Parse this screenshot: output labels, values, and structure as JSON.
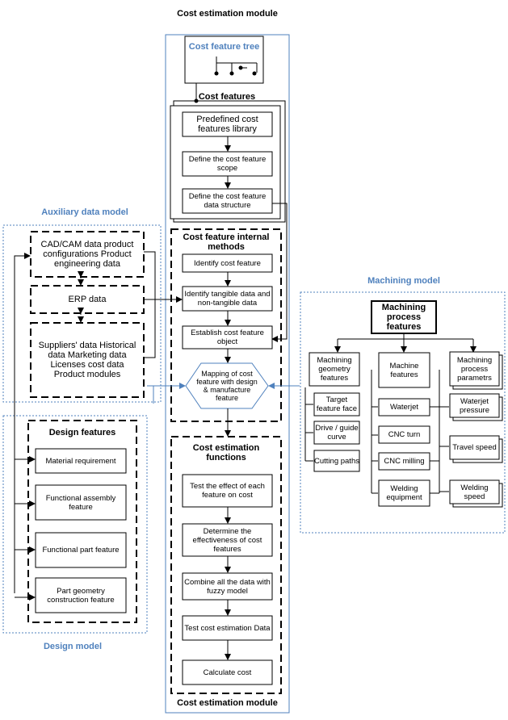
{
  "titles": {
    "top": "Cost estimation module",
    "bottom": "Cost estimation module",
    "cost_feature_tree": "Cost feature tree",
    "auxiliary_model": "Auxiliary data model",
    "design_model": "Design model",
    "machining_model": "Machining model"
  },
  "cost_features": {
    "heading": "Cost features",
    "library": "Predefined cost features library",
    "scope": "Define the cost feature scope",
    "structure": "Define the cost feature data structure"
  },
  "internal_methods": {
    "heading": "Cost feature internal methods",
    "identify": "Identify cost feature",
    "tangible": "Identify tangible data and non-tangible data",
    "establish": "Establish cost feature object",
    "mapping": "Mapping of cost feature with design & manufacture feature"
  },
  "estimation_functions": {
    "heading": "Cost estimation functions",
    "test_effect": "Test the effect of each feature on cost",
    "effectiveness": "Determine the effectiveness of cost features",
    "combine": "Combine all the data with fuzzy model",
    "test_estimation": "Test cost estimation Data",
    "calculate": "Calculate cost"
  },
  "auxiliary": {
    "cad": "CAD/CAM data product configurations Product engineering data",
    "erp": "ERP data",
    "suppliers": "Suppliers' data Historical data Marketing data Licenses cost data Product modules"
  },
  "design": {
    "heading": "Design features",
    "material": "Material requirement",
    "functional_assembly": "Functional assembly feature",
    "functional_part": "Functional part feature",
    "part_geometry": "Part geometry construction feature"
  },
  "machining": {
    "heading": "Machining process features",
    "geometry": "Machining geometry features",
    "target_face": "Target feature face",
    "drive_curve": "Drive / guide curve",
    "cutting_paths": "Cutting paths",
    "machine_features": "Machine features",
    "waterjet": "Waterjet",
    "cnc_turn": "CNC turn",
    "cnc_milling": "CNC milling",
    "welding_equipment": "Welding equipment",
    "process_params": "Machining process parametrs",
    "waterjet_pressure": "Waterjet pressure",
    "travel_speed": "Travel speed",
    "welding_speed": "Welding speed"
  },
  "colors": {
    "blue": "#4f81bd",
    "line": "#000000"
  }
}
